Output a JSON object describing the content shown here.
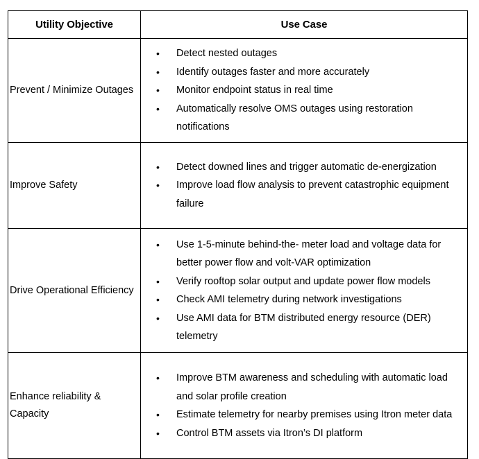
{
  "table": {
    "columns": [
      {
        "key": "objective",
        "header": "Utility Objective"
      },
      {
        "key": "use_case",
        "header": "Use Case"
      }
    ],
    "bullet_glyph": "•",
    "rows": [
      {
        "objective": "Prevent / Minimize Outages",
        "use_cases": [
          "Detect nested outages",
          "Identify outages faster and more accurately",
          "Monitor endpoint status in real time",
          "Automatically resolve OMS outages using restoration notifications"
        ]
      },
      {
        "objective": "Improve Safety",
        "use_cases": [
          "Detect downed lines and trigger automatic de-energization",
          "Improve load flow analysis to prevent catastrophic equipment failure"
        ]
      },
      {
        "objective": "Drive Operational Efficiency",
        "use_cases": [
          "Use 1-5-minute behind-the- meter load and voltage data for better power flow and volt-VAR optimization",
          "Verify rooftop solar output and update power flow models",
          "Check AMI telemetry during network investigations",
          "Use AMI data for BTM distributed energy resource (DER) telemetry"
        ]
      },
      {
        "objective": "Enhance reliability & Capacity",
        "use_cases": [
          "Improve BTM awareness and scheduling with automatic load and solar profile creation",
          "Estimate telemetry for nearby premises using Itron meter data",
          "Control BTM assets via Itron’s DI platform"
        ]
      }
    ]
  },
  "colors": {
    "border": "#000000",
    "text": "#000000",
    "background": "#ffffff"
  }
}
